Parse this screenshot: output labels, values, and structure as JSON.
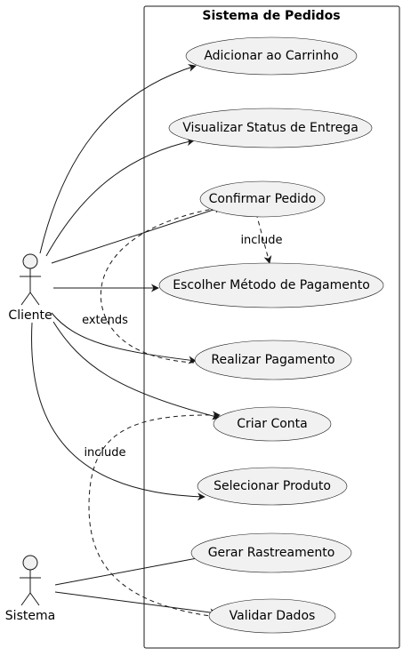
{
  "system": {
    "title": "Sistema de Pedidos"
  },
  "actors": [
    {
      "id": "cliente",
      "label": "Cliente"
    },
    {
      "id": "sistema",
      "label": "Sistema"
    }
  ],
  "use_cases": [
    {
      "id": "adicionar",
      "label": "Adicionar ao Carrinho"
    },
    {
      "id": "visualizar",
      "label": "Visualizar Status de Entrega"
    },
    {
      "id": "confirmar",
      "label": "Confirmar Pedido"
    },
    {
      "id": "escolher",
      "label": "Escolher Método de Pagamento"
    },
    {
      "id": "realizar",
      "label": "Realizar Pagamento"
    },
    {
      "id": "criar",
      "label": "Criar Conta"
    },
    {
      "id": "selecionar",
      "label": "Selecionar Produto"
    },
    {
      "id": "gerar",
      "label": "Gerar Rastreamento"
    },
    {
      "id": "validar",
      "label": "Validar Dados"
    }
  ],
  "relations": [
    {
      "id": "include-confirmar-escolher",
      "label": "include"
    },
    {
      "id": "extends-realizar-confirmar",
      "label": "extends"
    },
    {
      "id": "include-validar-criar",
      "label": "include"
    }
  ],
  "colors": {
    "fill": "#f1f1f1",
    "stroke": "#181818",
    "background": "#ffffff"
  }
}
